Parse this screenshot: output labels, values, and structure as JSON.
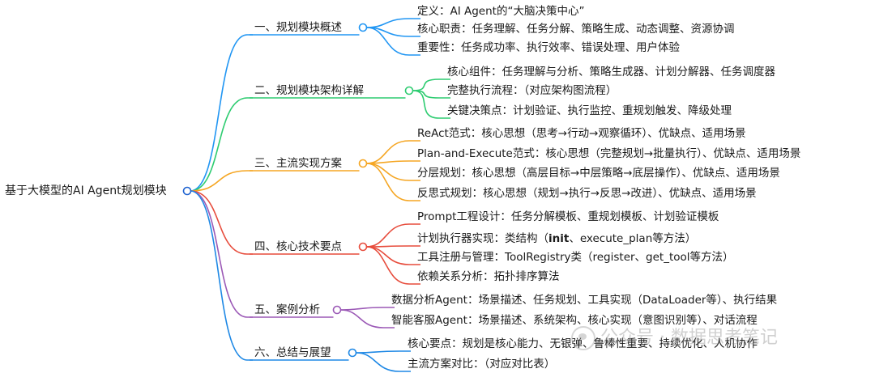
{
  "root": "基于大模型的AI Agent规划模块",
  "colors": [
    "#2196f3",
    "#2ecc71",
    "#f5a623",
    "#e74c3c",
    "#9b59b6",
    "#1e88e5"
  ],
  "branches": [
    {
      "label": "一、规划模块概述",
      "leaves": [
        "定义：AI Agent的“大脑决策中心”",
        "核心职责：任务理解、任务分解、策略生成、动态调整、资源协调",
        "重要性：任务成功率、执行效率、错误处理、用户体验"
      ]
    },
    {
      "label": "二、规划模块架构详解",
      "leaves": [
        "核心组件：任务理解与分析、策略生成器、计划分解器、任务调度器",
        "完整执行流程：（对应架构图流程）",
        "关键决策点：计划验证、执行监控、重规划触发、降级处理"
      ]
    },
    {
      "label": "三、主流实现方案",
      "leaves": [
        "ReAct范式：核心思想（思考→行动→观察循环）、优缺点、适用场景",
        "Plan-and-Execute范式：核心思想（完整规划→批量执行）、优缺点、适用场景",
        "分层规划：核心思想（高层目标→中层策略→底层操作）、优缺点、适用场景",
        "反思式规划：核心思想（规划→执行→反思→改进）、优缺点、适用场景"
      ]
    },
    {
      "label": "四、核心技术要点",
      "leaves": [
        "Prompt工程设计：任务分解模板、重规划模板、计划验证模板",
        [
          "计划执行器实现：类结构（",
          "init",
          "、execute_plan等方法）"
        ],
        "工具注册与管理：ToolRegistry类（register、get_tool等方法）",
        "依赖关系分析：拓扑排序算法"
      ]
    },
    {
      "label": "五、案例分析",
      "leaves": [
        "数据分析Agent：场景描述、任务规划、工具实现（DataLoader等）、执行结果",
        "智能客服Agent：场景描述、系统架构、核心实现（意图识别等）、对话流程"
      ]
    },
    {
      "label": "六、总结与展望",
      "leaves": [
        "核心要点：规划是核心能力、无银弹、鲁棒性重要、持续优化、人机协作",
        "主流方案对比：（对应对比表）"
      ]
    }
  ],
  "watermark": {
    "icon": "wechat-icon",
    "text": "公众号 · 数据思考笔记"
  }
}
